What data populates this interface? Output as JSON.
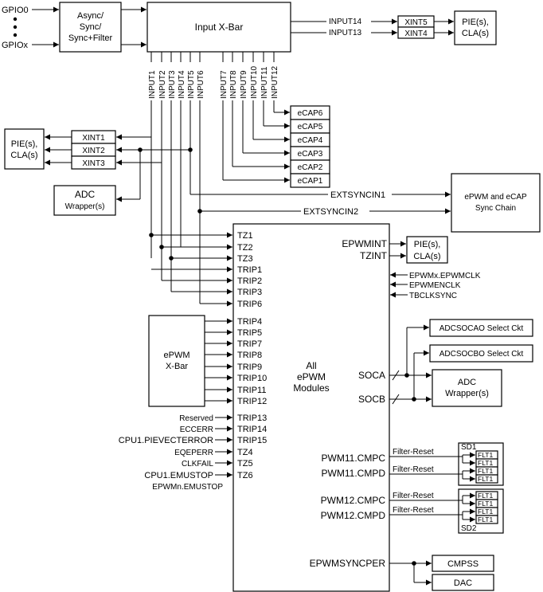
{
  "gpio": {
    "first": "GPIO0",
    "last": "GPIOx"
  },
  "sync_block": {
    "line1": "Async/",
    "line2": "Sync/",
    "line3": "Sync+Filter"
  },
  "input_xbar": "Input X-Bar",
  "inputs_top": {
    "input14": "INPUT14",
    "input13": "INPUT13"
  },
  "xint_top": {
    "xint5": "XINT5",
    "xint4": "XINT4"
  },
  "pie_top": {
    "line1": "PIE(s),",
    "line2": "CLA(s)"
  },
  "xbar_inputs": [
    "INPUT1",
    "INPUT2",
    "INPUT3",
    "INPUT4",
    "INPUT5",
    "INPUT6",
    "INPUT7",
    "INPUT8",
    "INPUT9",
    "INPUT10",
    "INPUT11",
    "INPUT12"
  ],
  "ecaps": [
    "eCAP6",
    "eCAP5",
    "eCAP4",
    "eCAP3",
    "eCAP2",
    "eCAP1"
  ],
  "xints_left": [
    "XINT1",
    "XINT2",
    "XINT3"
  ],
  "pie_left": {
    "line1": "PIE(s),",
    "line2": "CLA(s)"
  },
  "adc_wrapper_left": {
    "line1": "ADC",
    "line2": "Wrapper(s)"
  },
  "extsync": {
    "in1": "EXTSYNCIN1",
    "in2": "EXTSYNCIN2"
  },
  "sync_chain": {
    "line1": "ePWM and eCAP",
    "line2": "Sync Chain"
  },
  "tz_inputs": [
    "TZ1",
    "TZ2",
    "TZ3",
    "TRIP1",
    "TRIP2",
    "TRIP3",
    "TRIP6"
  ],
  "epwm_xbar": {
    "line1": "ePWM",
    "line2": "X-Bar"
  },
  "xbar_trips": [
    "TRIP4",
    "TRIP5",
    "TRIP7",
    "TRIP8",
    "TRIP9",
    "TRIP10",
    "TRIP11",
    "TRIP12"
  ],
  "other_signals": [
    "Reserved",
    "ECCERR",
    "CPU1.PIEVECTERROR",
    "EQEPERR",
    "CLKFAIL",
    "CPU1.EMUSTOP",
    "EPWMn.EMUSTOP"
  ],
  "other_pins": [
    "TRIP13",
    "TRIP14",
    "TRIP15",
    "TZ4",
    "TZ5",
    "TZ6"
  ],
  "epwm_modules": {
    "line1": "All",
    "line2": "ePWM",
    "line3": "Modules"
  },
  "outputs": {
    "epwmint": "EPWMINT",
    "tzint": "TZINT",
    "soca": "SOCA",
    "socb": "SOCB",
    "epwmsyncper": "EPWMSYNCPER"
  },
  "pie_right": {
    "line1": "PIE(s),",
    "line2": "CLA(s)"
  },
  "clock_inputs": [
    "EPWMx.EPWMCLK",
    "EPWMENCLK",
    "TBCLKSYNC"
  ],
  "adc_selects": {
    "a": "ADCSOCAO Select Ckt",
    "b": "ADCSOCBO Select Ckt"
  },
  "adc_wrapper_right": {
    "line1": "ADC",
    "line2": "Wrapper(s)"
  },
  "cmp_outputs": [
    "PWM11.CMPC",
    "PWM11.CMPD",
    "PWM12.CMPC",
    "PWM12.CMPD"
  ],
  "filter_reset": "Filter-Reset",
  "sdfm": {
    "sd1": "SD1",
    "sd2": "SD2",
    "flt": "FLT1"
  },
  "sync_targets": {
    "cmpss": "CMPSS",
    "dac": "DAC"
  }
}
